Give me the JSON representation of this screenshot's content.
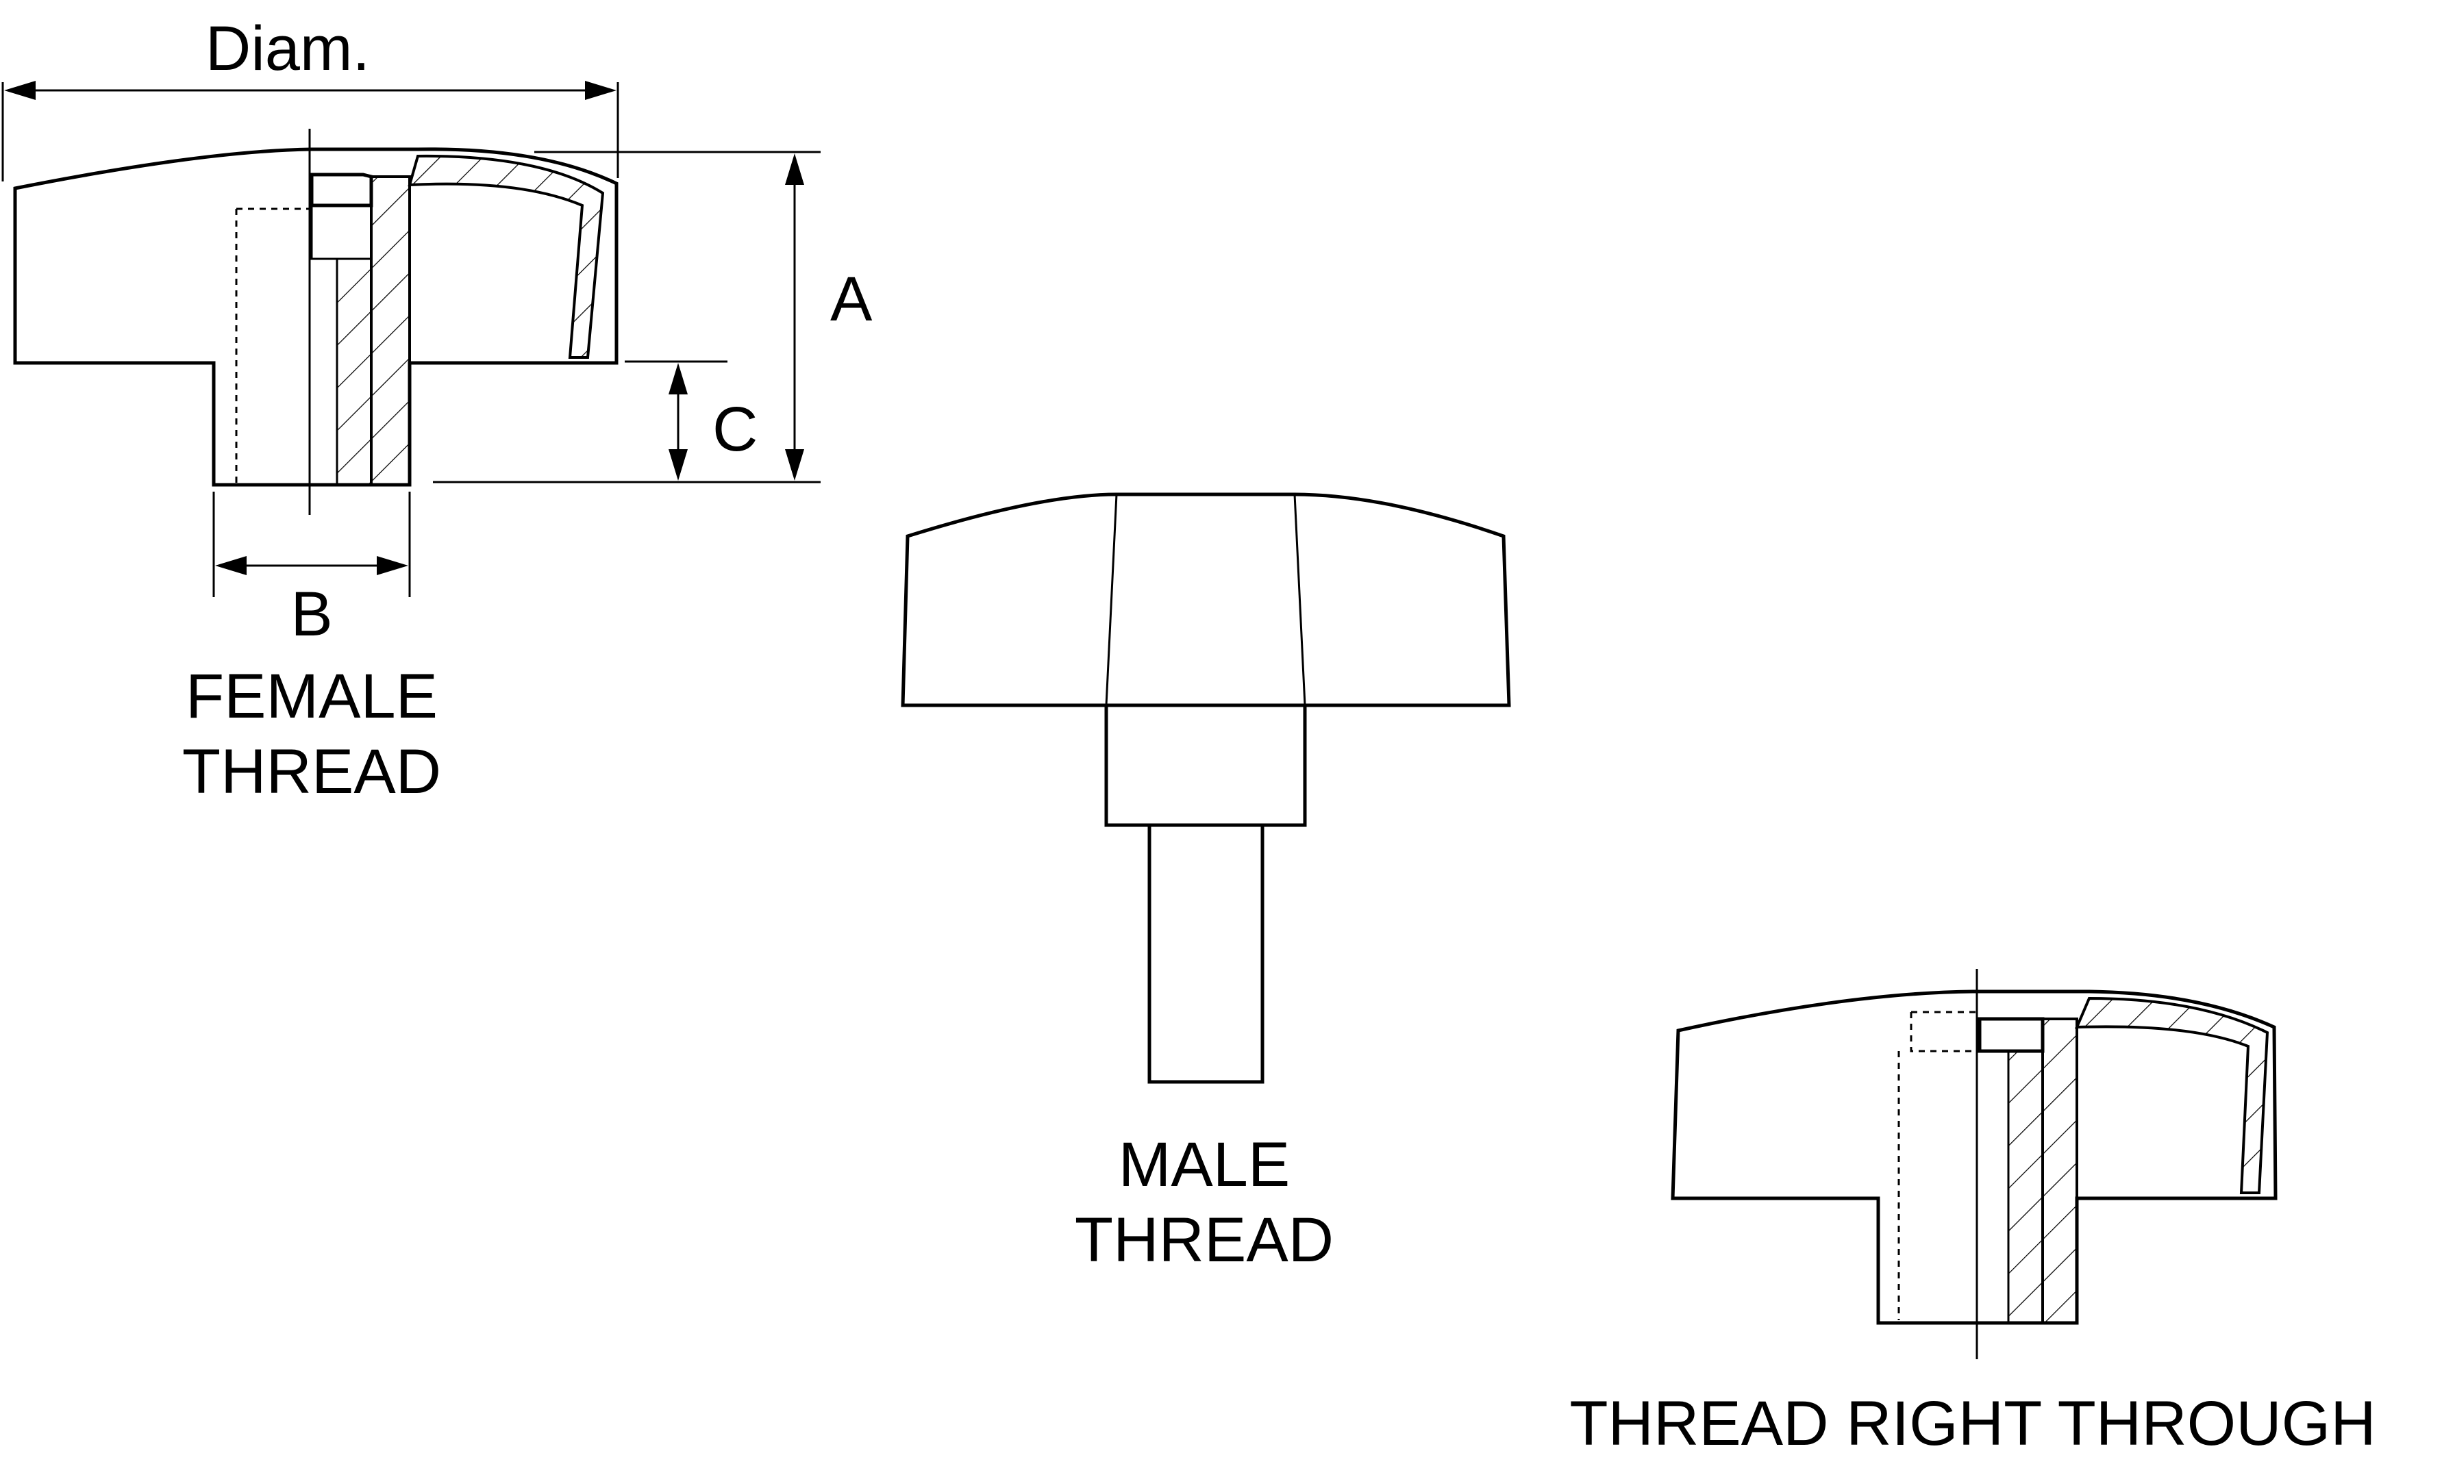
{
  "dimensions": {
    "diameter": "Diam.",
    "a": "A",
    "b": "B",
    "c": "C"
  },
  "views": {
    "female": {
      "line1": "FEMALE",
      "line2": "THREAD"
    },
    "male": {
      "line1": "MALE",
      "line2": "THREAD"
    },
    "through": {
      "line1": "THREAD RIGHT THROUGH"
    }
  },
  "colors": {
    "ink": "#000000",
    "paper": "#ffffff"
  }
}
